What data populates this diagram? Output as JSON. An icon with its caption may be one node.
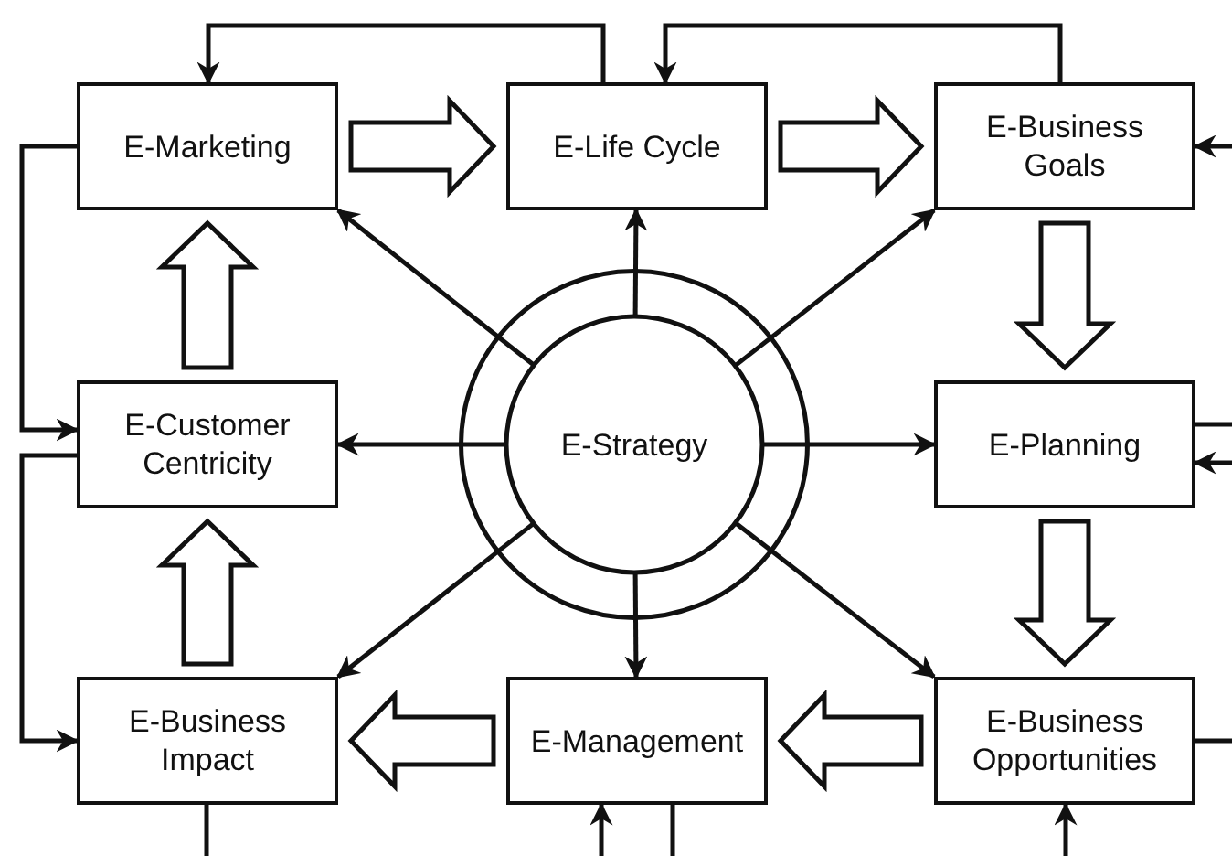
{
  "diagram": {
    "nodes": [
      {
        "text": [
          "E-Marketing"
        ]
      },
      {
        "text": [
          "E-Life Cycle"
        ]
      },
      {
        "text": [
          "E-Business Goals"
        ]
      },
      {
        "text": [
          "E-Customer Centricity"
        ]
      },
      {
        "text": [
          "E-Strategy"
        ]
      },
      {
        "text": [
          "E-Planning"
        ]
      },
      {
        "text": [
          "E-Business Impact"
        ]
      },
      {
        "text": [
          "E-Management"
        ]
      },
      {
        "text": [
          "E-Business Opportunities"
        ]
      }
    ],
    "edges": [
      {
        "from": 0,
        "to": 1,
        "arrow": "to",
        "style": "thick"
      },
      {
        "from": 1,
        "to": 2,
        "arrow": "to",
        "style": "thick"
      },
      {
        "from": 2,
        "to": 5,
        "arrow": "to",
        "style": "thick"
      },
      {
        "from": 5,
        "to": 8,
        "arrow": "to",
        "style": "thick"
      },
      {
        "from": 8,
        "to": 7,
        "arrow": "to",
        "style": "thick"
      },
      {
        "from": 7,
        "to": 6,
        "arrow": "to",
        "style": "thick"
      },
      {
        "from": 6,
        "to": 3,
        "arrow": "to",
        "style": "thick"
      },
      {
        "from": 3,
        "to": 0,
        "arrow": "to",
        "style": "thick"
      },
      {
        "from": 4,
        "to": 0,
        "arrow": "to"
      },
      {
        "from": 4,
        "to": 1,
        "arrow": "to"
      },
      {
        "from": 4,
        "to": 2,
        "arrow": "to"
      },
      {
        "from": 4,
        "to": 3,
        "arrow": "to"
      },
      {
        "from": 4,
        "to": 5,
        "arrow": "to"
      },
      {
        "from": 4,
        "to": 6,
        "arrow": "to"
      },
      {
        "from": 4,
        "to": 7,
        "arrow": "to"
      },
      {
        "from": 4,
        "to": 8,
        "arrow": "to"
      },
      {
        "from": 1,
        "to": 0,
        "arrow": "to"
      },
      {
        "from": 2,
        "to": 1,
        "arrow": "to"
      },
      {
        "from": 0,
        "to": 3,
        "arrow": "to"
      },
      {
        "from": 3,
        "to": 6,
        "arrow": "to"
      },
      {
        "from": null,
        "to": 2,
        "arrow": "to"
      },
      {
        "from": 5,
        "to": null,
        "arrow": "none"
      },
      {
        "from": null,
        "to": 5,
        "arrow": "to"
      },
      {
        "from": 8,
        "to": null,
        "arrow": "none"
      },
      {
        "from": 6,
        "to": null,
        "arrow": "none"
      },
      {
        "from": null,
        "to": 7,
        "arrow": "to"
      },
      {
        "from": 7,
        "to": null,
        "arrow": "none"
      },
      {
        "from": null,
        "to": 8,
        "arrow": "to"
      }
    ]
  }
}
